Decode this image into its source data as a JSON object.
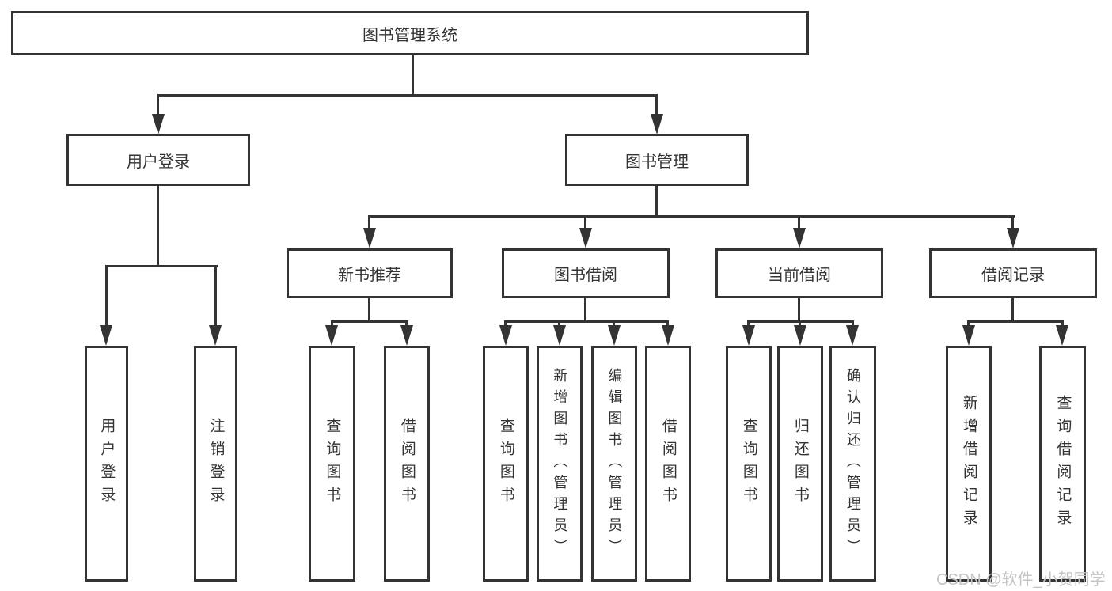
{
  "diagram": {
    "type": "hierarchy",
    "colors": {
      "line": "#333333",
      "text": "#333333",
      "box_bg": "#ffffff",
      "watermark": "#c4c4c4"
    },
    "watermark": "CSDN @软件_小贺同学",
    "root": {
      "id": "root",
      "label": "图书管理系统",
      "children": [
        {
          "id": "user-login",
          "label": "用户登录",
          "children": [
            {
              "id": "login",
              "label": "用户登录"
            },
            {
              "id": "logout",
              "label": "注销登录"
            }
          ]
        },
        {
          "id": "book-management",
          "label": "图书管理",
          "children": [
            {
              "id": "new-book-recommend",
              "label": "新书推荐",
              "children": [
                {
                  "id": "nbr-query-books",
                  "label": "查询图书"
                },
                {
                  "id": "nbr-borrow-books",
                  "label": "借阅图书"
                }
              ]
            },
            {
              "id": "book-borrow",
              "label": "图书借阅",
              "children": [
                {
                  "id": "bb-query-books",
                  "label": "查询图书"
                },
                {
                  "id": "bb-add-books",
                  "label": "新增图书（管理员）"
                },
                {
                  "id": "bb-edit-books",
                  "label": "编辑图书（管理员）"
                },
                {
                  "id": "bb-borrow-books",
                  "label": "借阅图书"
                }
              ]
            },
            {
              "id": "current-borrow",
              "label": "当前借阅",
              "children": [
                {
                  "id": "cb-query-books",
                  "label": "查询图书"
                },
                {
                  "id": "cb-return-books",
                  "label": "归还图书"
                },
                {
                  "id": "cb-confirm-return",
                  "label": "确认归还（管理员）"
                }
              ]
            },
            {
              "id": "borrow-record",
              "label": "借阅记录",
              "children": [
                {
                  "id": "br-add-record",
                  "label": "新增借阅记录"
                },
                {
                  "id": "br-query-record",
                  "label": "查询借阅记录"
                }
              ]
            }
          ]
        }
      ]
    }
  }
}
